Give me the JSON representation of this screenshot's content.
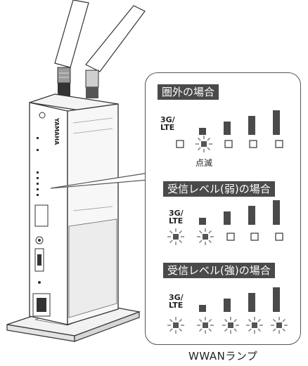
{
  "caption": "WWANランプ",
  "device": {
    "brand": "YAMAHA"
  },
  "cases": [
    {
      "title": "圏外の場合",
      "lte_label_line1": "3G/",
      "lte_label_line2": "LTE",
      "bar_levels": [
        1,
        2,
        3,
        4
      ],
      "lamps": [
        "off",
        "blink",
        "off",
        "off",
        "off"
      ],
      "note": "点滅"
    },
    {
      "title": "受信レベル(弱)の場合",
      "lte_label_line1": "3G/",
      "lte_label_line2": "LTE",
      "bar_levels": [
        1,
        2,
        3,
        4
      ],
      "lamps": [
        "on",
        "on",
        "off",
        "off",
        "off"
      ]
    },
    {
      "title": "受信レベル(強)の場合",
      "lte_label_line1": "3G/",
      "lte_label_line2": "LTE",
      "bar_levels": [
        1,
        2,
        3,
        4
      ],
      "lamps": [
        "on",
        "on",
        "on",
        "on",
        "on"
      ]
    }
  ],
  "colors": {
    "bar": "#4a4a4a",
    "title_bg": "#4a4a4a",
    "outline": "#555555"
  }
}
